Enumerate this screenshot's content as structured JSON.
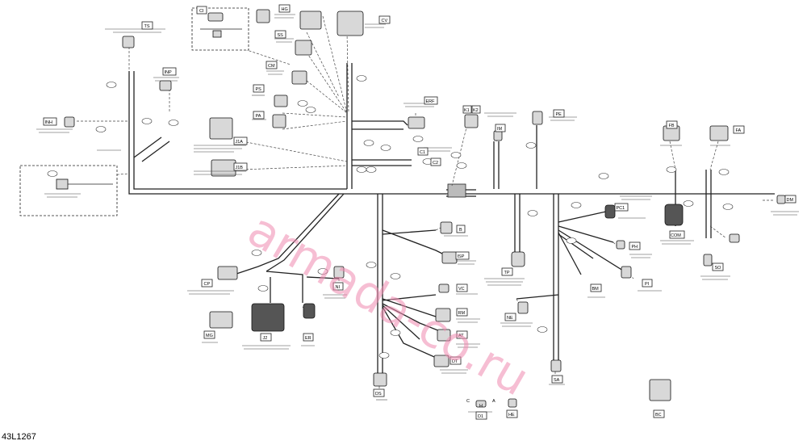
{
  "reference": "43L1267",
  "watermark": "armada-co.ru",
  "codes": {
    "TS": "TS",
    "HG": "HG",
    "CV": "CV",
    "SS": "SS",
    "CM": "CM",
    "PS": "PS",
    "PA": "PA",
    "INH": "INH",
    "INP": "INP",
    "J1A": "J1A",
    "J1B": "J1B",
    "ERF": "ERF",
    "K1": "K1",
    "K2": "K2",
    "PE": "PE",
    "IM": "IM",
    "FB": "FB",
    "FA": "FA",
    "DM": "DM",
    "PC1": "PC1",
    "COM": "COM",
    "PH": "PH",
    "SO": "SO",
    "CP": "CP",
    "NI": "NI",
    "MG": "MG",
    "J2": "J2",
    "ER": "ER",
    "B": "B",
    "ISP": "ISP",
    "TP": "TP",
    "VC": "VC",
    "RM": "RM",
    "AT": "AT",
    "DT": "DT",
    "NE": "NE",
    "BM": "BM",
    "PI": "PI",
    "SA": "SA",
    "DS": "DS",
    "D1": "D1",
    "HE": "HE",
    "BC": "BC",
    "C1": "C1",
    "C2": "C2",
    "CI": "CI"
  },
  "pin_marks": {
    "c": "C",
    "h": "H",
    "a": "A"
  }
}
